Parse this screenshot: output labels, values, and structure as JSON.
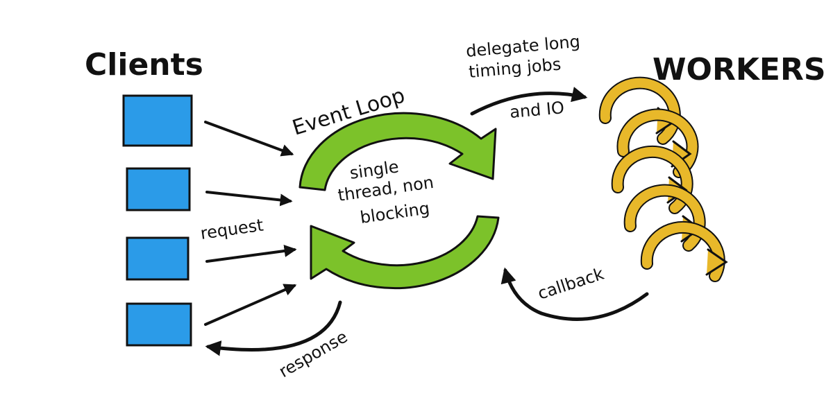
{
  "labels": {
    "clients": "Clients",
    "workers": "WORKERS",
    "event_loop": "Event Loop",
    "loop_line1": "single",
    "loop_line2": "thread, non",
    "loop_line3": "blocking",
    "request": "request",
    "response": "response",
    "callback": "callback",
    "delegate_line1": "delegate long",
    "delegate_line2": "timing jobs",
    "delegate_line3": "and IO"
  },
  "colors": {
    "client_blue": "#2b9be8",
    "loop_green": "#7cc22a",
    "worker_yellow": "#e8b82a",
    "ink": "#111111"
  }
}
